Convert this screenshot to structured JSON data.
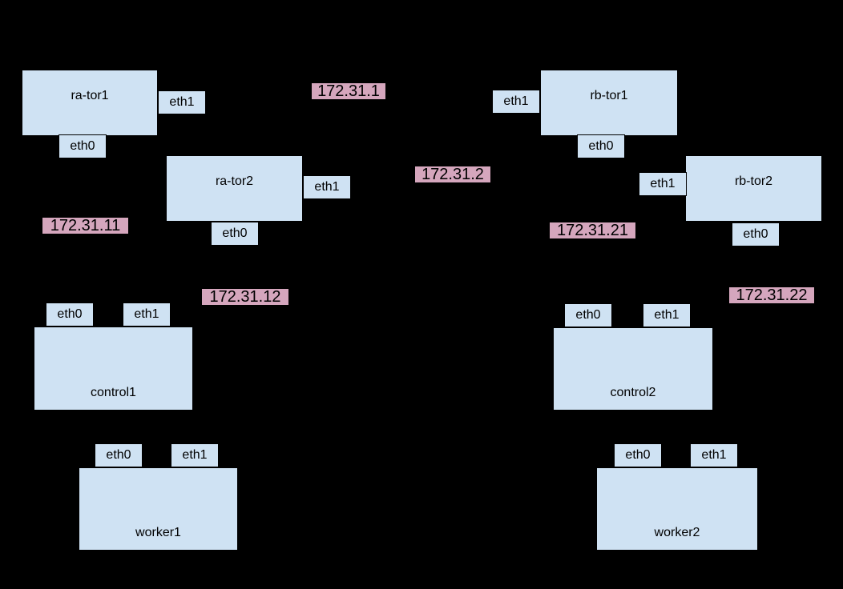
{
  "diagram": {
    "type": "network-topology",
    "colors": {
      "background": "#000000",
      "node_fill": "#cfe2f3",
      "node_border": "#000000",
      "ip_fill": "#d5a6bd",
      "text": "#000000"
    },
    "nodes": [
      {
        "label": "ra-tor1",
        "kind": "tor"
      },
      {
        "label": "ra-tor2",
        "kind": "tor"
      },
      {
        "label": "rb-tor1",
        "kind": "tor"
      },
      {
        "label": "rb-tor2",
        "kind": "tor"
      },
      {
        "label": "control1",
        "kind": "host"
      },
      {
        "label": "control2",
        "kind": "host"
      },
      {
        "label": "worker1",
        "kind": "host"
      },
      {
        "label": "worker2",
        "kind": "host"
      }
    ],
    "ports": [
      {
        "node": "ra-tor1",
        "label": "eth1"
      },
      {
        "node": "ra-tor1",
        "label": "eth0"
      },
      {
        "node": "ra-tor2",
        "label": "eth1"
      },
      {
        "node": "ra-tor2",
        "label": "eth0"
      },
      {
        "node": "rb-tor1",
        "label": "eth1"
      },
      {
        "node": "rb-tor1",
        "label": "eth0"
      },
      {
        "node": "rb-tor2",
        "label": "eth1"
      },
      {
        "node": "rb-tor2",
        "label": "eth0"
      },
      {
        "node": "control1",
        "label": "eth0"
      },
      {
        "node": "control1",
        "label": "eth1"
      },
      {
        "node": "control2",
        "label": "eth0"
      },
      {
        "node": "control2",
        "label": "eth1"
      },
      {
        "node": "worker1",
        "label": "eth0"
      },
      {
        "node": "worker1",
        "label": "eth1"
      },
      {
        "node": "worker2",
        "label": "eth0"
      },
      {
        "node": "worker2",
        "label": "eth1"
      }
    ],
    "ip_labels": [
      {
        "text": "172.31.1"
      },
      {
        "text": "172.31.2"
      },
      {
        "text": "172.31.11"
      },
      {
        "text": "172.31.12"
      },
      {
        "text": "172.31.21"
      },
      {
        "text": "172.31.22"
      }
    ]
  }
}
